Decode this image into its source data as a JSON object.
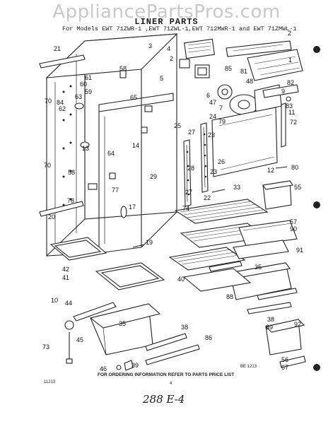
{
  "watermark": "AppliancePartsPros.com",
  "title": "LINER PARTS",
  "models_line": "For Models EWT 71ZWR-1 ,EWT 71ZWL-1,EWT 712MWR-1 and EWT 71ZMWL-1",
  "footer_note": "FOR ORDERING INFORMATION REFER TO PARTS PRICE LIST",
  "drawing_code_left": "11213",
  "drawing_code_mid": "BE 1213",
  "page_number": "4",
  "handwritten_note": "288 E-4",
  "callouts": [
    "2",
    "3",
    "4",
    "2",
    "21",
    "58",
    "81",
    "85",
    "48",
    "82",
    "1",
    "5",
    "6",
    "47",
    "7",
    "61",
    "60",
    "59",
    "65",
    "24",
    "9",
    "83",
    "11",
    "72",
    "70",
    "84",
    "62",
    "63",
    "13",
    "64",
    "14",
    "25",
    "27",
    "79",
    "23",
    "26",
    "80",
    "12",
    "70",
    "58",
    "77",
    "29",
    "28",
    "27",
    "22",
    "23",
    "33",
    "55",
    "78",
    "17",
    "74",
    "20",
    "57",
    "90",
    "19",
    "42",
    "41",
    "91",
    "35",
    "40",
    "88",
    "92",
    "10",
    "44",
    "35",
    "38",
    "89",
    "45",
    "38",
    "86",
    "73",
    "46",
    "39",
    "56",
    "67"
  ]
}
